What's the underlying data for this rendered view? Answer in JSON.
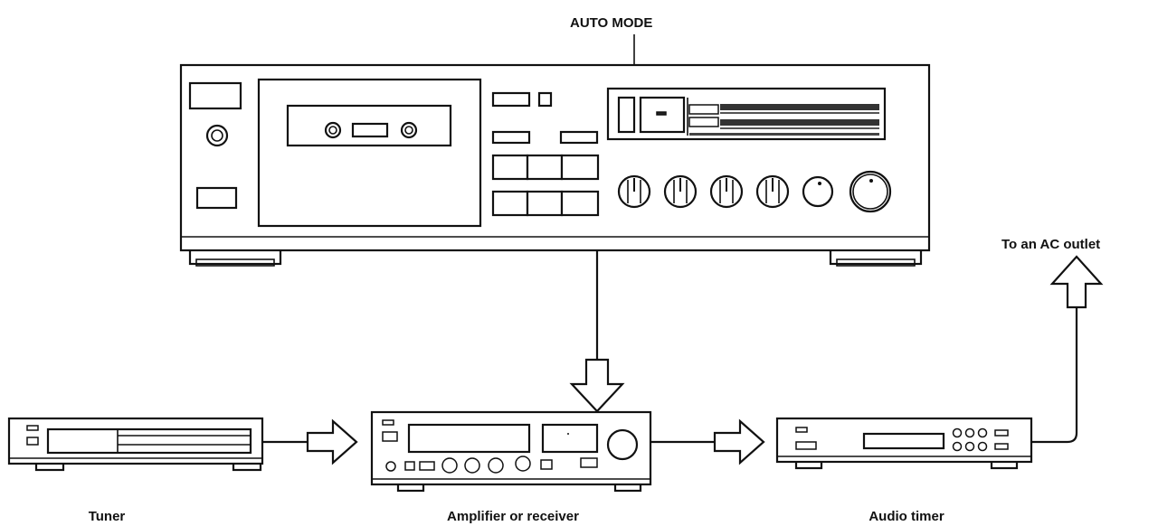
{
  "labels": {
    "auto_mode": "AUTO MODE",
    "ac_outlet": "To an AC outlet",
    "tuner": "Tuner",
    "amplifier": "Amplifier or receiver",
    "audio_timer": "Audio timer"
  },
  "colors": {
    "line": "#111111",
    "background": "#ffffff"
  }
}
